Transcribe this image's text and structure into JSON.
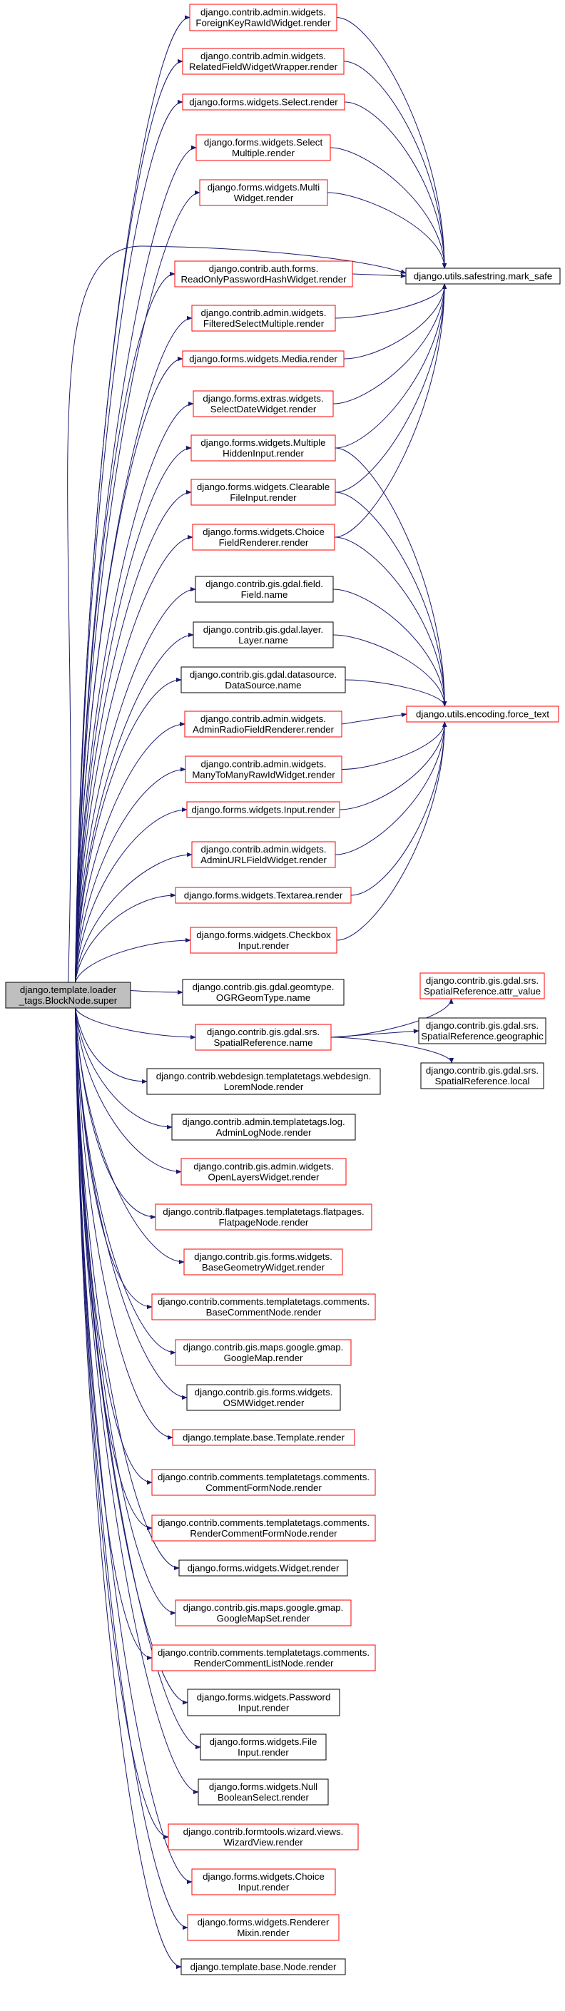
{
  "root": {
    "id": "root",
    "lines": [
      "django.template.loader",
      "_tags.BlockNode.super"
    ],
    "border": "#000000",
    "fill": "#bfbfbf"
  },
  "callees": [
    {
      "id": "n1",
      "lines": [
        "django.contrib.admin.widgets.",
        "ForeignKeyRawIdWidget.render"
      ],
      "border": "#ff0000"
    },
    {
      "id": "n2",
      "lines": [
        "django.contrib.admin.widgets.",
        "RelatedFieldWidgetWrapper.render"
      ],
      "border": "#ff0000"
    },
    {
      "id": "n3",
      "lines": [
        "django.forms.widgets.Select.render"
      ],
      "border": "#ff0000"
    },
    {
      "id": "n4",
      "lines": [
        "django.forms.widgets.Select",
        "Multiple.render"
      ],
      "border": "#ff0000"
    },
    {
      "id": "n5",
      "lines": [
        "django.forms.widgets.Multi",
        "Widget.render"
      ],
      "border": "#ff0000"
    },
    {
      "id": "n6",
      "lines": [
        "django.contrib.auth.forms.",
        "ReadOnlyPasswordHashWidget.render"
      ],
      "border": "#ff0000"
    },
    {
      "id": "n7",
      "lines": [
        "django.contrib.admin.widgets.",
        "FilteredSelectMultiple.render"
      ],
      "border": "#ff0000"
    },
    {
      "id": "n8",
      "lines": [
        "django.forms.widgets.Media.render"
      ],
      "border": "#ff0000"
    },
    {
      "id": "n9",
      "lines": [
        "django.forms.extras.widgets.",
        "SelectDateWidget.render"
      ],
      "border": "#ff0000"
    },
    {
      "id": "n10",
      "lines": [
        "django.forms.widgets.Multiple",
        "HiddenInput.render"
      ],
      "border": "#ff0000"
    },
    {
      "id": "n11",
      "lines": [
        "django.forms.widgets.Clearable",
        "FileInput.render"
      ],
      "border": "#ff0000"
    },
    {
      "id": "n12",
      "lines": [
        "django.forms.widgets.Choice",
        "FieldRenderer.render"
      ],
      "border": "#ff0000"
    },
    {
      "id": "n13",
      "lines": [
        "django.contrib.gis.gdal.field.",
        "Field.name"
      ],
      "border": "#000000"
    },
    {
      "id": "n14",
      "lines": [
        "django.contrib.gis.gdal.layer.",
        "Layer.name"
      ],
      "border": "#000000"
    },
    {
      "id": "n15",
      "lines": [
        "django.contrib.gis.gdal.datasource.",
        "DataSource.name"
      ],
      "border": "#000000"
    },
    {
      "id": "n16",
      "lines": [
        "django.contrib.admin.widgets.",
        "AdminRadioFieldRenderer.render"
      ],
      "border": "#ff0000"
    },
    {
      "id": "n17",
      "lines": [
        "django.contrib.admin.widgets.",
        "ManyToManyRawIdWidget.render"
      ],
      "border": "#ff0000"
    },
    {
      "id": "n18",
      "lines": [
        "django.forms.widgets.Input.render"
      ],
      "border": "#ff0000"
    },
    {
      "id": "n19",
      "lines": [
        "django.contrib.admin.widgets.",
        "AdminURLFieldWidget.render"
      ],
      "border": "#ff0000"
    },
    {
      "id": "n20",
      "lines": [
        "django.forms.widgets.Textarea.render"
      ],
      "border": "#ff0000"
    },
    {
      "id": "n21",
      "lines": [
        "django.forms.widgets.Checkbox",
        "Input.render"
      ],
      "border": "#ff0000"
    },
    {
      "id": "n22",
      "lines": [
        "django.contrib.gis.gdal.geomtype.",
        "OGRGeomType.name"
      ],
      "border": "#000000"
    },
    {
      "id": "n23",
      "lines": [
        "django.contrib.gis.gdal.srs.",
        "SpatialReference.name"
      ],
      "border": "#ff0000"
    },
    {
      "id": "n24",
      "lines": [
        "django.contrib.webdesign.templatetags.webdesign.",
        "LoremNode.render"
      ],
      "border": "#000000"
    },
    {
      "id": "n25",
      "lines": [
        "django.contrib.admin.templatetags.log.",
        "AdminLogNode.render"
      ],
      "border": "#000000"
    },
    {
      "id": "n26",
      "lines": [
        "django.contrib.gis.admin.widgets.",
        "OpenLayersWidget.render"
      ],
      "border": "#ff0000"
    },
    {
      "id": "n27",
      "lines": [
        "django.contrib.flatpages.templatetags.flatpages.",
        "FlatpageNode.render"
      ],
      "border": "#ff0000"
    },
    {
      "id": "n28",
      "lines": [
        "django.contrib.gis.forms.widgets.",
        "BaseGeometryWidget.render"
      ],
      "border": "#ff0000"
    },
    {
      "id": "n29",
      "lines": [
        "django.contrib.comments.templatetags.comments.",
        "BaseCommentNode.render"
      ],
      "border": "#ff0000"
    },
    {
      "id": "n30",
      "lines": [
        "django.contrib.gis.maps.google.gmap.",
        "GoogleMap.render"
      ],
      "border": "#ff0000"
    },
    {
      "id": "n31",
      "lines": [
        "django.contrib.gis.forms.widgets.",
        "OSMWidget.render"
      ],
      "border": "#000000"
    },
    {
      "id": "n32",
      "lines": [
        "django.template.base.Template.render"
      ],
      "border": "#ff0000"
    },
    {
      "id": "n33",
      "lines": [
        "django.contrib.comments.templatetags.comments.",
        "CommentFormNode.render"
      ],
      "border": "#ff0000"
    },
    {
      "id": "n34",
      "lines": [
        "django.contrib.comments.templatetags.comments.",
        "RenderCommentFormNode.render"
      ],
      "border": "#ff0000"
    },
    {
      "id": "n35",
      "lines": [
        "django.forms.widgets.Widget.render"
      ],
      "border": "#000000"
    },
    {
      "id": "n36",
      "lines": [
        "django.contrib.gis.maps.google.gmap.",
        "GoogleMapSet.render"
      ],
      "border": "#ff0000"
    },
    {
      "id": "n37",
      "lines": [
        "django.contrib.comments.templatetags.comments.",
        "RenderCommentListNode.render"
      ],
      "border": "#ff0000"
    },
    {
      "id": "n38",
      "lines": [
        "django.forms.widgets.Password",
        "Input.render"
      ],
      "border": "#000000"
    },
    {
      "id": "n39",
      "lines": [
        "django.forms.widgets.File",
        "Input.render"
      ],
      "border": "#000000"
    },
    {
      "id": "n40",
      "lines": [
        "django.forms.widgets.Null",
        "BooleanSelect.render"
      ],
      "border": "#000000"
    },
    {
      "id": "n41",
      "lines": [
        "django.contrib.formtools.wizard.views.",
        "WizardView.render"
      ],
      "border": "#ff0000"
    },
    {
      "id": "n42",
      "lines": [
        "django.forms.widgets.Choice",
        "Input.render"
      ],
      "border": "#ff0000"
    },
    {
      "id": "n43",
      "lines": [
        "django.forms.widgets.Renderer",
        "Mixin.render"
      ],
      "border": "#ff0000"
    },
    {
      "id": "n44",
      "lines": [
        "django.template.base.Node.render"
      ],
      "border": "#000000"
    }
  ],
  "targets": [
    {
      "id": "t1",
      "lines": [
        "django.utils.safestring.mark_safe"
      ],
      "border": "#000000"
    },
    {
      "id": "t2",
      "lines": [
        "django.utils.encoding.force_text"
      ],
      "border": "#ff0000"
    },
    {
      "id": "t3",
      "lines": [
        "django.contrib.gis.gdal.srs.",
        "SpatialReference.attr_value"
      ],
      "border": "#ff0000"
    },
    {
      "id": "t4",
      "lines": [
        "django.contrib.gis.gdal.srs.",
        "SpatialReference.geographic"
      ],
      "border": "#000000"
    },
    {
      "id": "t5",
      "lines": [
        "django.contrib.gis.gdal.srs.",
        "SpatialReference.local"
      ],
      "border": "#000000"
    }
  ],
  "edges": [
    [
      "root",
      "n1"
    ],
    [
      "root",
      "n2"
    ],
    [
      "root",
      "n3"
    ],
    [
      "root",
      "n4"
    ],
    [
      "root",
      "n5"
    ],
    [
      "root",
      "t1"
    ],
    [
      "root",
      "n6"
    ],
    [
      "root",
      "n7"
    ],
    [
      "root",
      "n8"
    ],
    [
      "root",
      "n9"
    ],
    [
      "root",
      "n10"
    ],
    [
      "root",
      "n11"
    ],
    [
      "root",
      "n12"
    ],
    [
      "root",
      "n13"
    ],
    [
      "root",
      "n14"
    ],
    [
      "root",
      "n15"
    ],
    [
      "root",
      "n16"
    ],
    [
      "root",
      "n17"
    ],
    [
      "root",
      "n18"
    ],
    [
      "root",
      "n19"
    ],
    [
      "root",
      "n20"
    ],
    [
      "root",
      "n21"
    ],
    [
      "root",
      "n22"
    ],
    [
      "root",
      "n23"
    ],
    [
      "root",
      "n24"
    ],
    [
      "root",
      "n25"
    ],
    [
      "root",
      "n26"
    ],
    [
      "root",
      "n27"
    ],
    [
      "root",
      "n28"
    ],
    [
      "root",
      "n29"
    ],
    [
      "root",
      "n30"
    ],
    [
      "root",
      "n31"
    ],
    [
      "root",
      "n32"
    ],
    [
      "root",
      "n33"
    ],
    [
      "root",
      "n34"
    ],
    [
      "root",
      "n35"
    ],
    [
      "root",
      "n36"
    ],
    [
      "root",
      "n37"
    ],
    [
      "root",
      "n38"
    ],
    [
      "root",
      "n39"
    ],
    [
      "root",
      "n40"
    ],
    [
      "root",
      "n41"
    ],
    [
      "root",
      "n42"
    ],
    [
      "root",
      "n43"
    ],
    [
      "root",
      "n44"
    ],
    [
      "n1",
      "t1"
    ],
    [
      "n2",
      "t1"
    ],
    [
      "n3",
      "t1"
    ],
    [
      "n4",
      "t1"
    ],
    [
      "n5",
      "t1"
    ],
    [
      "n6",
      "t1"
    ],
    [
      "n7",
      "t1"
    ],
    [
      "n8",
      "t1"
    ],
    [
      "n9",
      "t1"
    ],
    [
      "n10",
      "t1"
    ],
    [
      "n11",
      "t1"
    ],
    [
      "n12",
      "t1"
    ],
    [
      "n10",
      "t2"
    ],
    [
      "n11",
      "t2"
    ],
    [
      "n12",
      "t2"
    ],
    [
      "n13",
      "t2"
    ],
    [
      "n14",
      "t2"
    ],
    [
      "n15",
      "t2"
    ],
    [
      "n16",
      "t2"
    ],
    [
      "n17",
      "t2"
    ],
    [
      "n18",
      "t2"
    ],
    [
      "n19",
      "t2"
    ],
    [
      "n20",
      "t2"
    ],
    [
      "n21",
      "t2"
    ],
    [
      "n23",
      "t3"
    ],
    [
      "n23",
      "t4"
    ],
    [
      "n23",
      "t5"
    ]
  ],
  "colors": {
    "edge": "#191970",
    "red_border": "#ff0000",
    "black_border": "#000000",
    "root_fill": "#bfbfbf"
  }
}
